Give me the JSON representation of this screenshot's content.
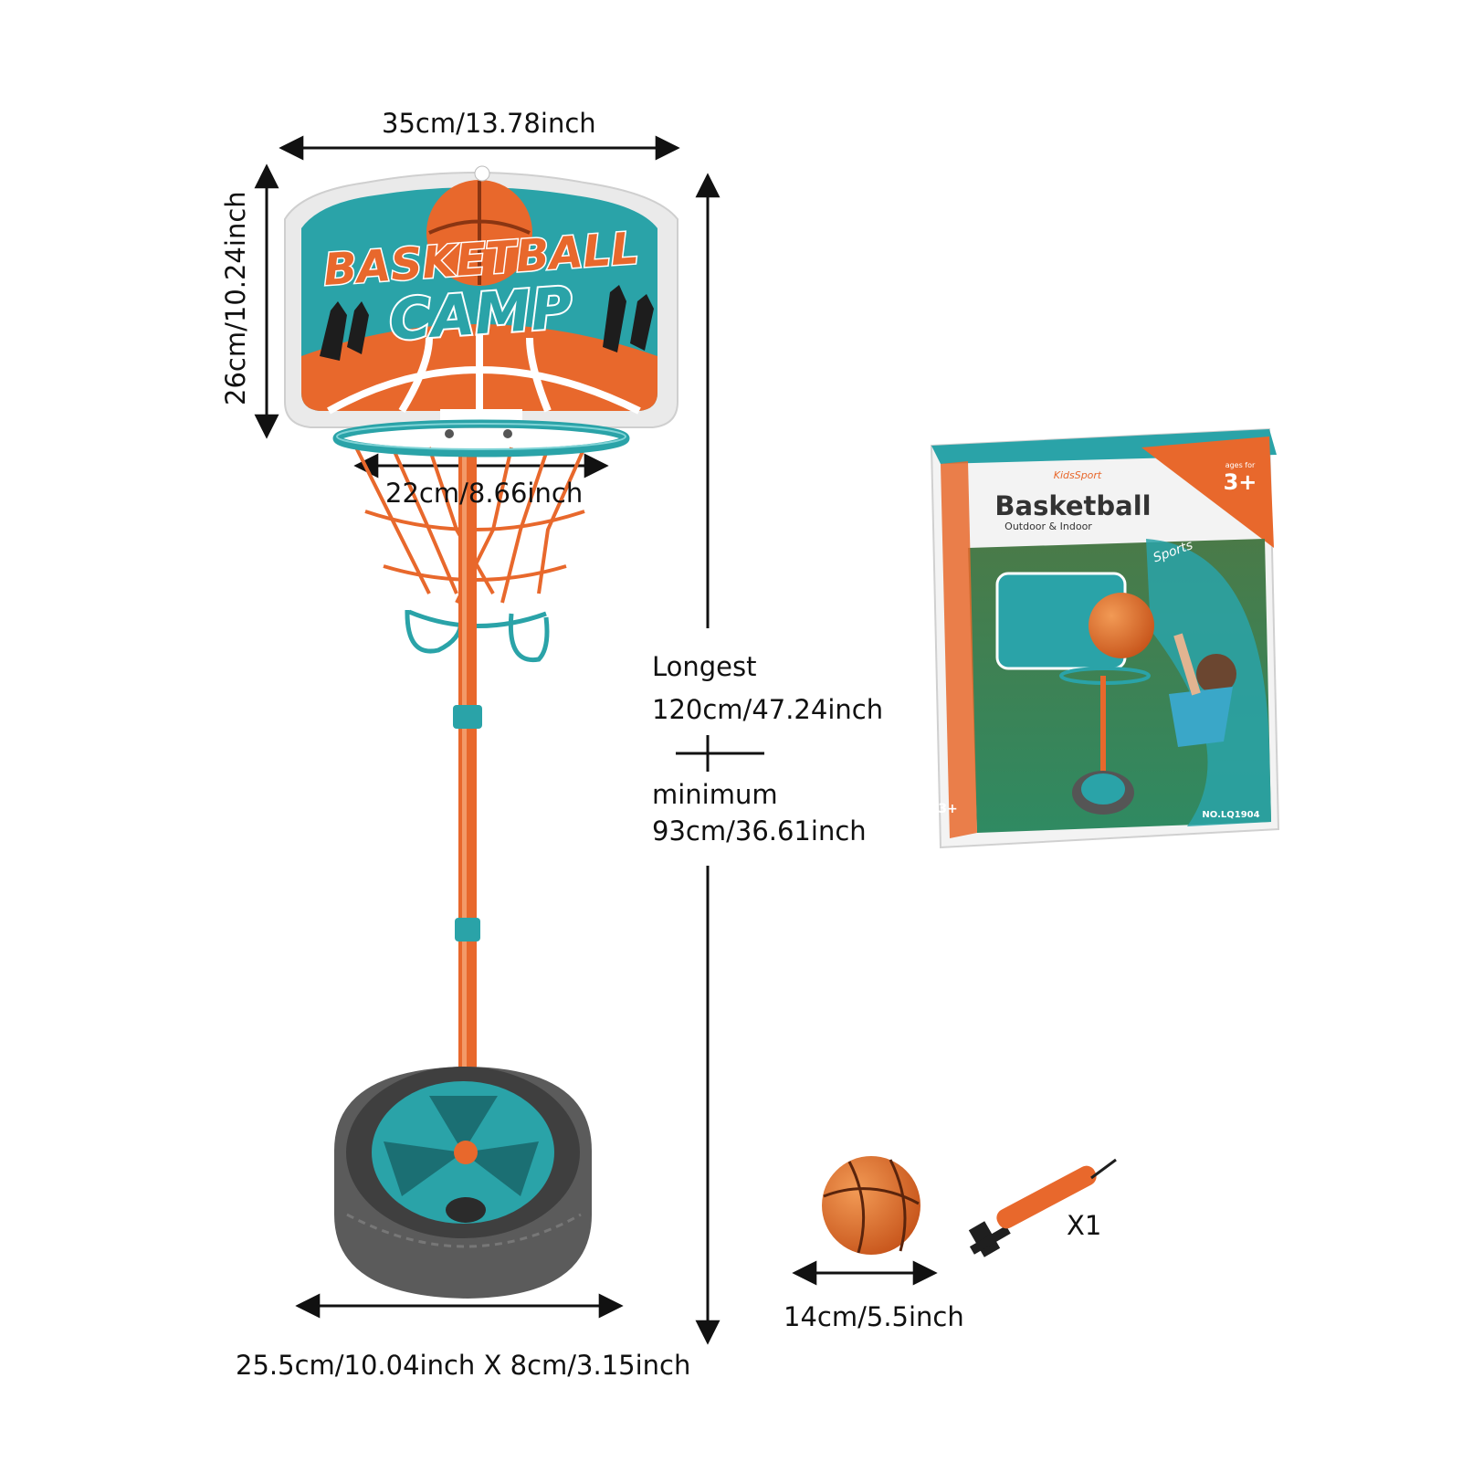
{
  "dimensions": {
    "backboard_width": "35cm/13.78inch",
    "backboard_height": "26cm/10.24inch",
    "rim_diameter": "22cm/8.66inch",
    "height_max_label": "Longest",
    "height_max_value": "120cm/47.24inch",
    "height_min_label": "minimum",
    "height_min_value": "93cm/36.61inch",
    "base_size": "25.5cm/10.04inch X 8cm/3.15inch",
    "ball_size": "14cm/5.5inch",
    "pump_qty": "X1"
  },
  "backboard": {
    "line1": "BASKETBALL",
    "line2": "CAMP"
  },
  "box": {
    "brand": "KidsSport",
    "title": "Basketball",
    "subtitle": "Outdoor & Indoor",
    "age_label": "ages for",
    "age_value": "3+",
    "badge": "Sports",
    "side_age": "3+",
    "model": "NO.LQ1904"
  },
  "colors": {
    "teal": "#2aa3a8",
    "orange": "#e8682c",
    "dark": "#1d1d1d",
    "tire": "#5b5b5b"
  }
}
